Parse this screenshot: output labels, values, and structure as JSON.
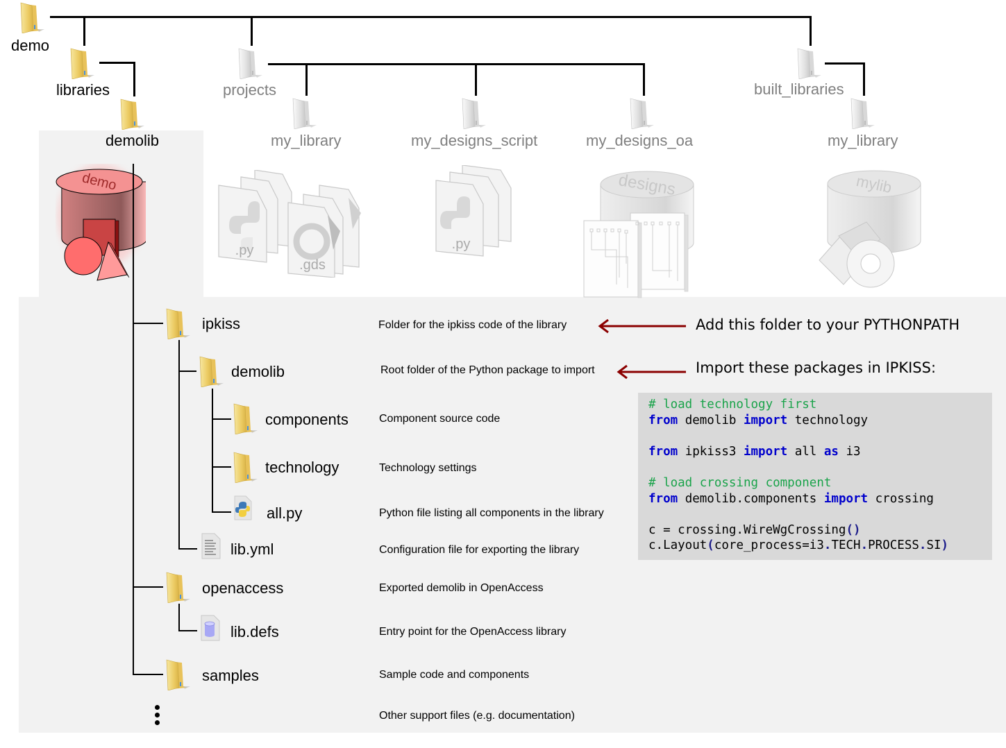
{
  "tree_top": {
    "demo": "demo",
    "libraries": "libraries",
    "demolib": "demolib",
    "projects": "projects",
    "projects_children": [
      "my_library",
      "my_designs_script",
      "my_designs_oa"
    ],
    "built_libraries": "built_libraries",
    "built_libraries_children": [
      "my_library"
    ]
  },
  "illustrations": {
    "demolib_db_label": "demo",
    "py_file_label": ".py",
    "gds_file_label": ".gds",
    "designs_db_label": "designs",
    "mylib_db_label": "mylib"
  },
  "demolib_tree": [
    {
      "name": "ipkiss",
      "type": "folder",
      "description": "Folder for the ipkiss code of the library"
    },
    {
      "name": "demolib",
      "type": "folder",
      "description": "Root folder of the Python package to import"
    },
    {
      "name": "components",
      "type": "folder",
      "description": "Component source code"
    },
    {
      "name": "technology",
      "type": "folder",
      "description": "Technology settings"
    },
    {
      "name": "all.py",
      "type": "python-file",
      "description": "Python file listing all components in the library"
    },
    {
      "name": "lib.yml",
      "type": "text-file",
      "description": "Configuration file for exporting the library"
    },
    {
      "name": "openaccess",
      "type": "folder",
      "description": "Exported demolib in OpenAccess"
    },
    {
      "name": "lib.defs",
      "type": "database-file",
      "description": "Entry point for the OpenAccess library"
    },
    {
      "name": "samples",
      "type": "folder",
      "description": "Sample code and components"
    },
    {
      "name": "",
      "type": "ellipsis",
      "description": "Other support files (e.g. documentation)"
    }
  ],
  "annotations": {
    "pythonpath": "Add this folder to your PYTHONPATH",
    "import": "Import these packages in IPKISS:"
  },
  "code": {
    "l1_comment": "# load technology first",
    "l2": [
      "from",
      " demolib ",
      "import",
      " technology"
    ],
    "l4": [
      "from",
      " ipkiss3 ",
      "import",
      " all ",
      "as",
      " i3"
    ],
    "l6_comment": "# load crossing component",
    "l7": [
      "from",
      " demolib.components ",
      "import",
      " crossing"
    ],
    "l9": [
      "c = crossing.WireWgCrossing",
      "()"
    ],
    "l10": [
      "c.Layout",
      "(",
      "core_process=i3",
      ".",
      "TECH",
      ".",
      "PROCESS",
      ".",
      "SI",
      ")"
    ]
  },
  "colors": {
    "arrow": "#8b0000",
    "comment": "#1aa34a",
    "keyword": "#0000cc",
    "panel": "#f2f2f2",
    "code_bg": "#d9d9d9",
    "dim_text": "#7f7f7f",
    "demo_db": "#e26b6b"
  }
}
